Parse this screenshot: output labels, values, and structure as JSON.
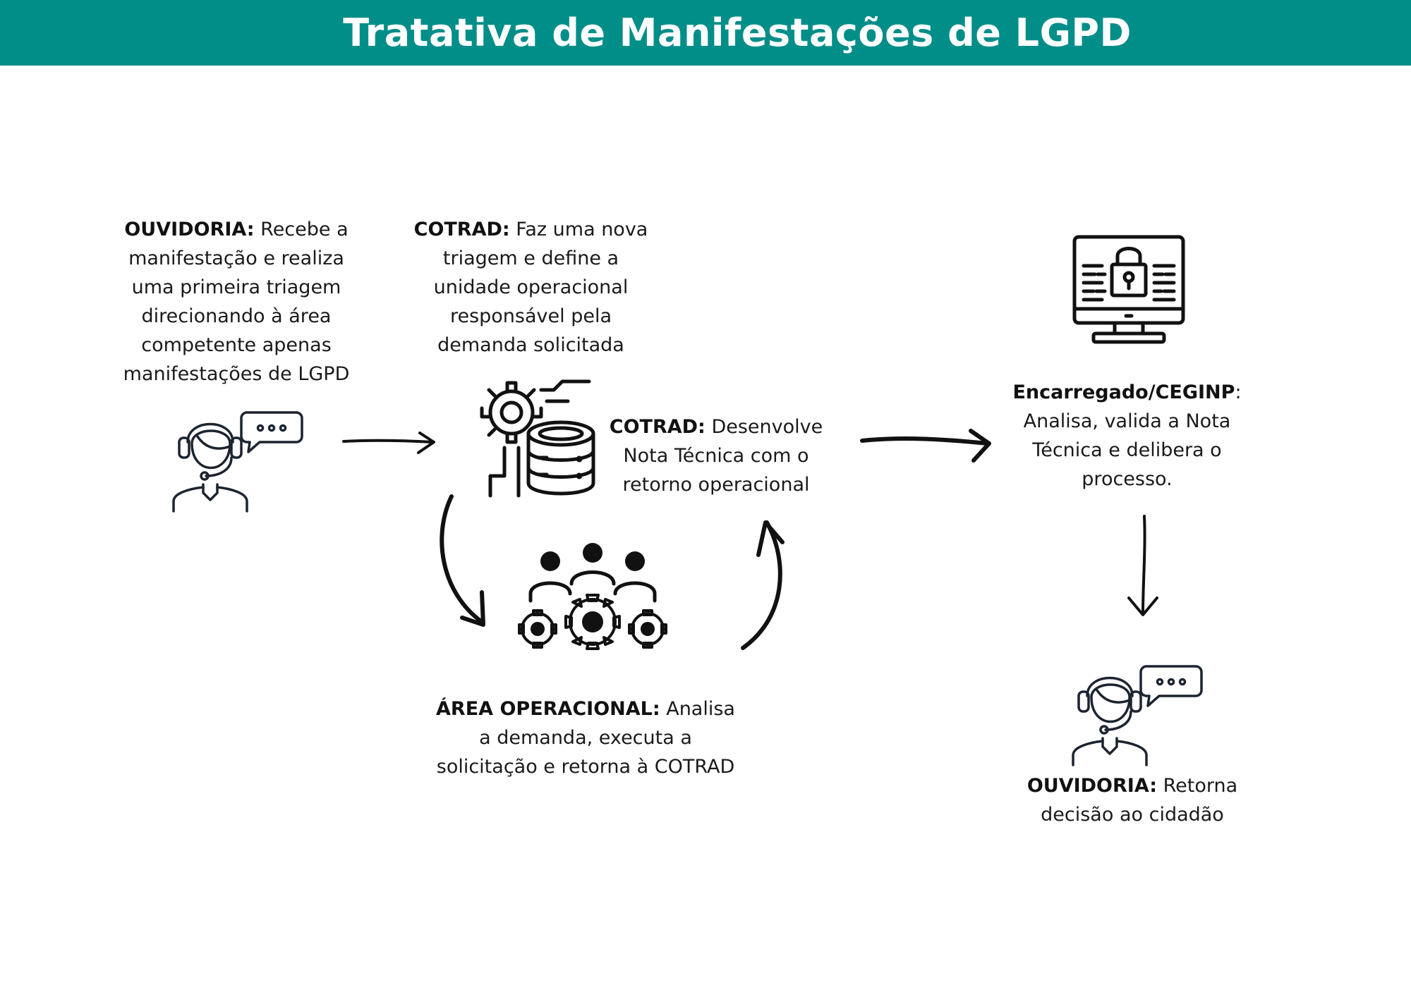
{
  "title": "Tratativa de Manifestações de LGPD",
  "colors": {
    "header_bg": "#018E89",
    "header_text": "#FFFFFF",
    "text": "#1A1A1A",
    "icon_stroke": "#1C2430"
  },
  "steps": {
    "ouvidoria_inicio": {
      "label": "OUVIDORIA:",
      "text": " Recebe a manifestação e realiza uma primeira triagem direcionando à área competente apenas manifestações de LGPD",
      "icon": "call-center-agent-icon"
    },
    "cotrad_triagem": {
      "label": "COTRAD:",
      "text": " Faz uma nova triagem e define a unidade operacional responsável pela demanda solicitada",
      "icon": "gear-database-icon"
    },
    "cotrad_nota": {
      "label": "COTRAD:",
      "text": " Desenvolve Nota Técnica com o retorno operacional"
    },
    "area_operacional": {
      "label": "ÁREA OPERACIONAL:",
      "text": " Analisa a demanda, executa a solicitação e retorna à COTRAD",
      "icon": "team-gears-icon"
    },
    "encarregado": {
      "label": "Encarregado/CEGINP",
      "text": ": Analisa, valida a Nota Técnica e delibera o processo.",
      "icon": "secure-monitor-icon"
    },
    "ouvidoria_fim": {
      "label": "OUVIDORIA:",
      "text": " Retorna decisão ao cidadão",
      "icon": "call-center-agent-icon"
    }
  }
}
